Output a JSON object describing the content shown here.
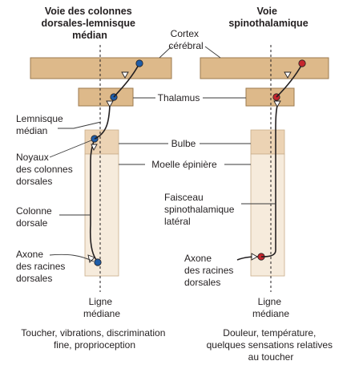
{
  "pathways": {
    "left": {
      "title_lines": [
        "Voie des colonnes",
        "dorsales-lemnisque",
        "médian"
      ],
      "neuron_color": "#1f5da8",
      "caption_lines": [
        "Toucher, vibrations, discrimination",
        "fine, proprioception"
      ]
    },
    "right": {
      "title_lines": [
        "Voie",
        "spinothalamique"
      ],
      "neuron_color": "#c6262e",
      "caption_lines": [
        "Douleur, température,",
        "quelques sensations relatives",
        "au toucher"
      ]
    }
  },
  "structures": {
    "cortex": [
      "Cortex",
      "cérébral"
    ],
    "thalamus": "Thalamus",
    "bulbe": "Bulbe",
    "moelle": "Moelle épinière"
  },
  "left_labels": {
    "lemnisque": [
      "Lemnisque",
      "médian"
    ],
    "noyaux": [
      "Noyaux",
      "des colonnes",
      "dorsales"
    ],
    "colonne": [
      "Colonne",
      "dorsale"
    ],
    "axone": [
      "Axone",
      "des racines",
      "dorsales"
    ]
  },
  "right_labels": {
    "faisceau": [
      "Faisceau",
      "spinothalamique",
      "latéral"
    ],
    "axone": [
      "Axone",
      "des racines",
      "dorsales"
    ]
  },
  "midline": {
    "left": [
      "Ligne",
      "médiane"
    ],
    "right": [
      "Ligne",
      "médiane"
    ]
  },
  "colors": {
    "cortex_fill": "#ddb98a",
    "cortex_stroke": "#9c7a4f",
    "bulbe_fill": "#ecd3b4",
    "spinal_fill": "#f6ebdc",
    "tissue_stroke": "#c9ad8a"
  }
}
